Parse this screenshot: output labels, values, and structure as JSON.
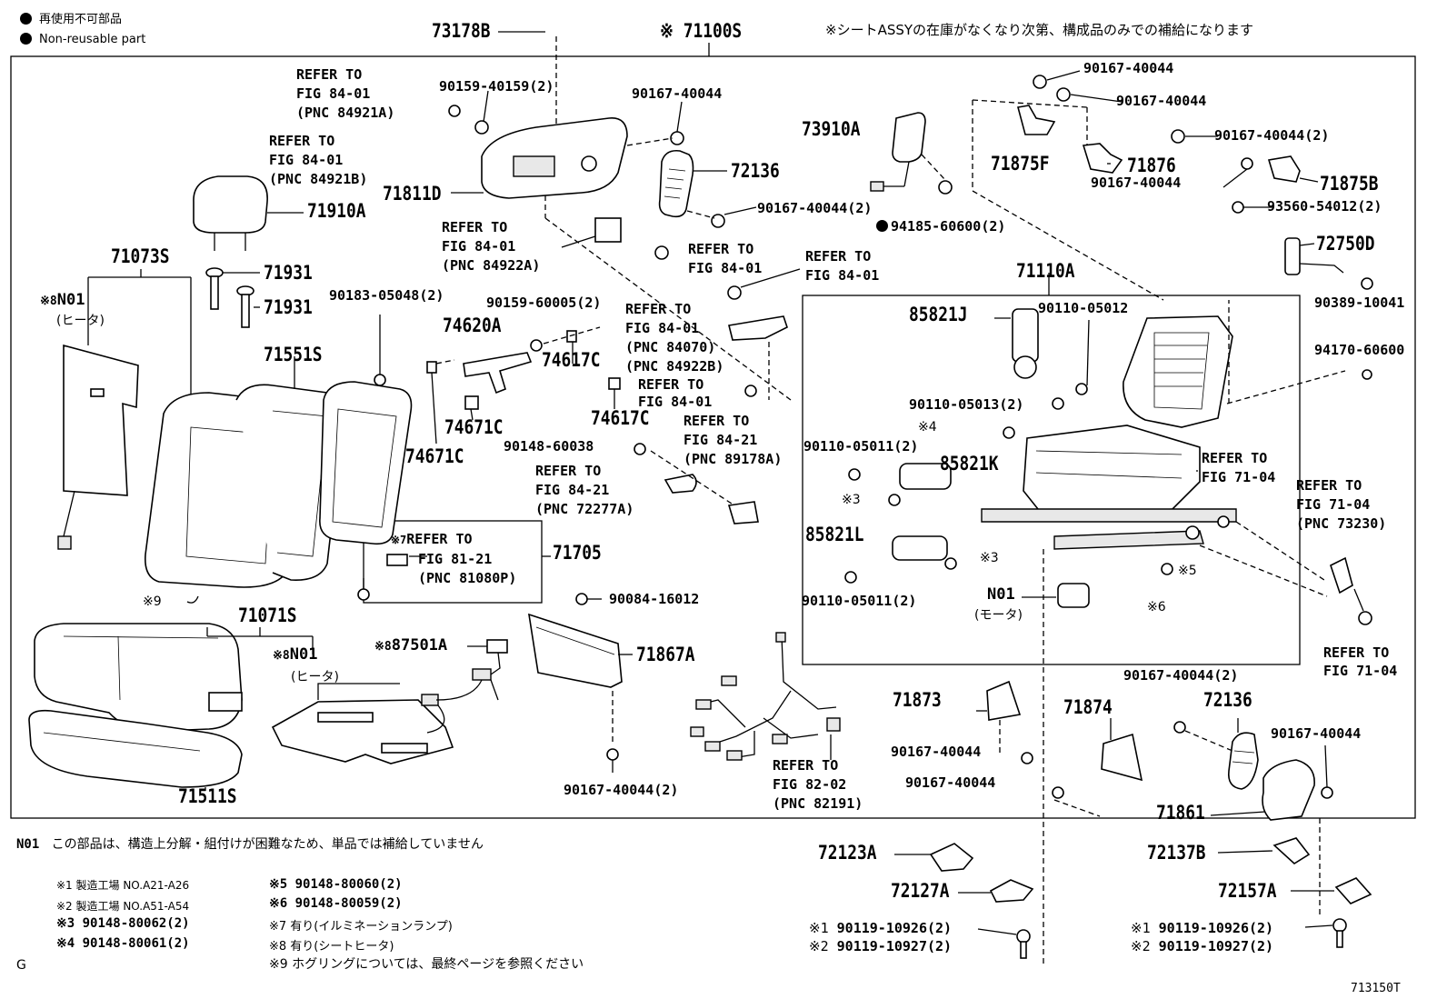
{
  "legend": {
    "non_reusable_jp": "再使用不可部品",
    "non_reusable_en": "Non-reusable part"
  },
  "header": {
    "assy_number": "※ 71100S",
    "supply_note": "※シートASSYの在庫がなくなり次第、構成品のみでの補給になります"
  },
  "parts": {
    "p73178B": "73178B",
    "p90159_40159": "90159-40159(2)",
    "p90167_40044_a": "90167-40044",
    "p73910A": "73910A",
    "p90167_40044_b": "90167-40044",
    "p90167_40044_c": "90167-40044",
    "p90167_40044_2a": "90167-40044(2)",
    "p71875F": "71875F",
    "p71876": "71876",
    "p90167_40044_d": "90167-40044",
    "p71875B": "71875B",
    "p93560": "93560-54012(2)",
    "p72750D": "72750D",
    "p90389": "90389-10041",
    "p94170": "94170-60600",
    "p71811D": "71811D",
    "p72136a": "72136",
    "p90167_40044_2b": "90167-40044(2)",
    "p94185": "94185-60600(2)",
    "p71910A": "71910A",
    "p71073S": "71073S",
    "p71931a": "71931",
    "p71931b": "71931",
    "p90183": "90183-05048(2)",
    "p74620A": "74620A",
    "p90159_60005": "90159-60005(2)",
    "p74617Ca": "74617C",
    "p74617Cb": "74617C",
    "p74671Ca": "74671C",
    "p74671Cb": "74671C",
    "p71551S": "71551S",
    "p90148_60038": "90148-60038",
    "p71110A": "71110A",
    "p85821J": "85821J",
    "p90110_05012": "90110-05012",
    "p90110_05013": "90110-05013(2)",
    "p90110_05011a": "90110-05011(2)",
    "p85821K": "85821K",
    "p85821L": "85821L",
    "p90110_05011b": "90110-05011(2)",
    "pN01_motor": "N01",
    "pN01_motor_sub": "(モータ)",
    "p71705": "71705",
    "p90084": "90084-16012",
    "p71071S": "71071S",
    "p87501A": "87501A",
    "p71867A": "71867A",
    "p90167_40044_2c": "90167-40044(2)",
    "p71511S": "71511S",
    "p71873": "71873",
    "p71874": "71874",
    "p90167_40044_e": "90167-40044",
    "p90167_40044_f": "90167-40044",
    "p90167_40044_2d": "90167-40044(2)",
    "p72136b": "72136",
    "p90167_40044_g": "90167-40044",
    "p71861": "71861",
    "p72123A": "72123A",
    "p72127A": "72127A",
    "p72137B": "72137B",
    "p72157A": "72157A",
    "p90119_10926a": "90119-10926(2)",
    "p90119_10927a": "90119-10927(2)",
    "p90119_10926b": "90119-10926(2)",
    "p90119_10927b": "90119-10927(2)",
    "pN01_heater_back": "N01",
    "pN01_heater_seat": "N01",
    "heater_sub": "(ヒータ)",
    "mark_8": "※8",
    "mark_9": "※9",
    "mark_4": "※4",
    "mark_3": "※3",
    "mark_5": "※5",
    "mark_6": "※6",
    "mark_7": "※7",
    "mark_1": "※1",
    "mark_2": "※2"
  },
  "refs": {
    "ref_84921A": [
      "REFER TO",
      "FIG 84-01",
      "(PNC 84921A)"
    ],
    "ref_84921B": [
      "REFER TO",
      "FIG 84-01",
      "(PNC 84921B)"
    ],
    "ref_84922A": [
      "REFER TO",
      "FIG 84-01",
      "(PNC 84922A)"
    ],
    "ref_84_01a": [
      "REFER TO",
      "FIG 84-01"
    ],
    "ref_84_01b": [
      "REFER TO",
      "FIG 84-01"
    ],
    "ref_84070": [
      "REFER TO",
      "FIG 84-01",
      "(PNC 84070)",
      "(PNC 84922B)"
    ],
    "ref_84_01c": [
      "REFER TO",
      "FIG 84-01"
    ],
    "ref_89178A": [
      "REFER TO",
      "FIG 84-21",
      "(PNC 89178A)"
    ],
    "ref_72277A": [
      "REFER TO",
      "FIG 84-21",
      "(PNC 72277A)"
    ],
    "ref_81080P": [
      "REFER TO",
      "FIG 81-21",
      "(PNC 81080P)"
    ],
    "ref_82191": [
      "REFER TO",
      "FIG 82-02",
      "(PNC 82191)"
    ],
    "ref_71_04a": [
      "REFER TO",
      "FIG 71-04"
    ],
    "ref_73230": [
      "REFER TO",
      "FIG 71-04",
      "(PNC 73230)"
    ],
    "ref_71_04b": [
      "REFER TO",
      "FIG 71-04"
    ]
  },
  "footnotes": {
    "n01_code": "N01",
    "n01_text": "この部品は、構造上分解・組付けが困難なため、単品では補給していません",
    "f1": "※1 製造工場 NO.A21-A26",
    "f2": "※2 製造工場 NO.A51-A54",
    "f3": "※3 90148-80062(2)",
    "f4": "※4 90148-80061(2)",
    "f5": "※5 90148-80060(2)",
    "f6": "※6 90148-80059(2)",
    "f7": "※7 有り(イルミネーションランプ)",
    "f8": "※8 有り(シートヒータ)",
    "f9": "※9 ホグリングについては、最終ページを参照ください",
    "grade": "G",
    "figure_id": "713150T"
  }
}
